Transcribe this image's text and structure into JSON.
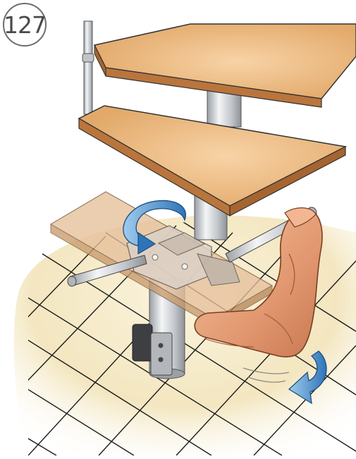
{
  "step": {
    "number": "127"
  },
  "illustration": {
    "subject": "spiral-stair-tread-installation",
    "colors": {
      "floor": "#f3e6c0",
      "floor_grid": "#1a1a1a",
      "tread_top": "#e7b279",
      "tread_edge": "#b9753c",
      "pole": "#c9cdd2",
      "rotation_arrow": "#3f86c7",
      "skin": "#e8a37a"
    },
    "icons": [
      "rotation-arrow-icon",
      "push-arrow-icon",
      "arm-figure"
    ]
  }
}
